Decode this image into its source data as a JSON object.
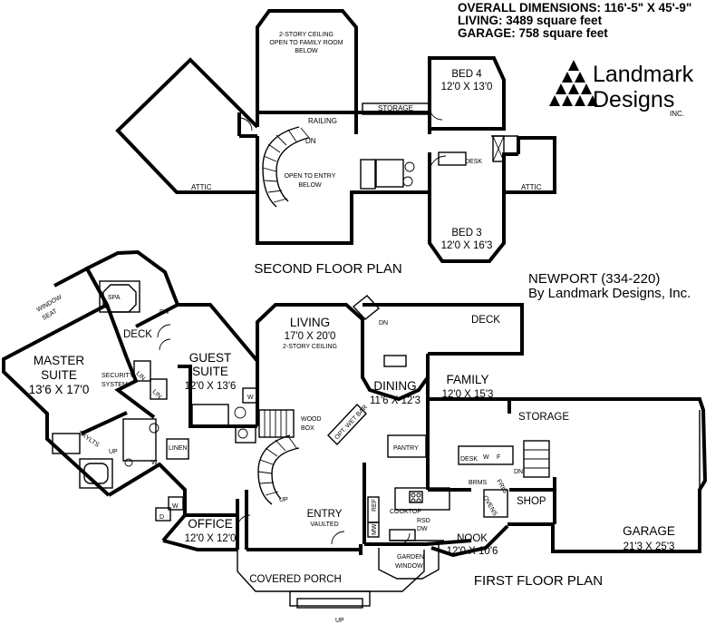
{
  "header": {
    "overall": "OVERALL DIMENSIONS: 116'-5\" X 45'-9\"",
    "living": "LIVING: 3489 square feet",
    "garage": "GARAGE: 758 square feet"
  },
  "logo": {
    "line1": "Landmark",
    "line2": "Designs",
    "suffix": "INC."
  },
  "plan_title": {
    "line1": "NEWPORT (334-220)",
    "line2": "By Landmark Designs, Inc."
  },
  "second_floor": {
    "title": "SECOND FLOOR PLAN",
    "ceiling": [
      "2-STORY CEILING",
      "OPEN TO FAMILY ROOM",
      "BELOW"
    ],
    "open_entry": [
      "OPEN TO ENTRY",
      "BELOW"
    ],
    "railing": "RAILING",
    "storage": "STORAGE",
    "dn": "DN",
    "attic_left": "ATTIC",
    "attic_right": "ATTIC",
    "desk": "DESK",
    "bed4": {
      "name": "BED 4",
      "size": "12'0 X 13'0"
    },
    "bed3": {
      "name": "BED 3",
      "size": "12'0 X 16'3"
    }
  },
  "first_floor": {
    "title": "FIRST FLOOR PLAN",
    "spa": "SPA",
    "window_seat": [
      "WINDOW",
      "SEAT"
    ],
    "dn_spa": "DN",
    "deck_left": "DECK",
    "master": {
      "name": "MASTER",
      "name2": "SUITE",
      "size": "13'6 X 17'0"
    },
    "security": [
      "SECURITY",
      "SYSTEM"
    ],
    "lin1": "LIN",
    "lin2": "LIN",
    "guest": {
      "name": "GUEST",
      "name2": "SUITE",
      "size": "12'0 X 13'6"
    },
    "skylts": "SKYLTS",
    "up_bath": "UP",
    "linen": "LINEN",
    "w_master": "W",
    "w_guest": "W",
    "w_laundry": "W",
    "d_laundry": "D",
    "living": {
      "name": "LIVING",
      "size": "17'0 X 20'0",
      "note": "2-STORY CEILING"
    },
    "dn_living": "DN",
    "deck_right": "DECK",
    "wood_box": [
      "WOOD",
      "BOX"
    ],
    "dining": {
      "name": "DINING",
      "size": "11'6 X 12'3"
    },
    "wet_bar": "OPT. WET BAR",
    "pantry": "PANTRY",
    "family": {
      "name": "FAMILY",
      "size": "12'0 X 15'3"
    },
    "storage": "STORAGE",
    "desk": "DESK",
    "w_family": "W",
    "f_family": "F",
    "dn_family": "DN",
    "brms": "BRMS",
    "ovens": "OVENS",
    "frig": "FRIG",
    "shop": "SHOP",
    "up_stair": "UP",
    "office": {
      "name": "OFFICE",
      "size": "12'0 X 12'0"
    },
    "entry": {
      "name": "ENTRY",
      "note": "VAULTED"
    },
    "cooktop": "COOKTOP",
    "rsd": "RSD",
    "dw": "DW",
    "ref": "REF",
    "mw": "MW",
    "nook": {
      "name": "NOOK",
      "size": "12'0 X 10'6"
    },
    "garden": [
      "GARDEN",
      "WINDOW"
    ],
    "garage": {
      "name": "GARAGE",
      "size": "21'3 X 25'3"
    },
    "porch": "COVERED PORCH",
    "up_porch": "UP"
  }
}
